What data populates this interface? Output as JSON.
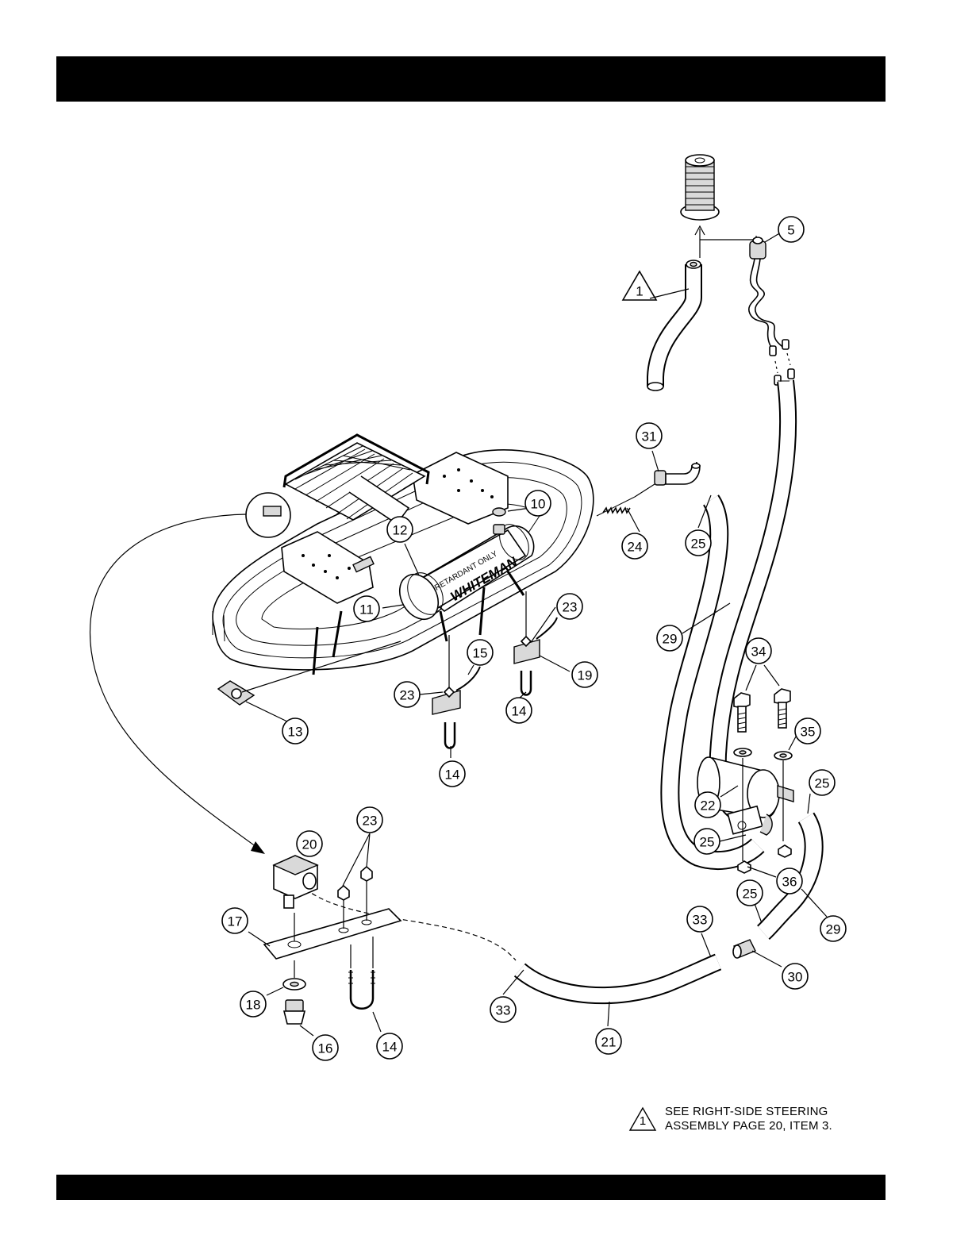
{
  "header": {
    "title": ""
  },
  "footer": {
    "text": ""
  },
  "note": {
    "marker": "1",
    "line1": "SEE RIGHT-SIDE STEERING",
    "line2": "ASSEMBLY PAGE 20, ITEM 3."
  },
  "reference_triangle": {
    "label": "1"
  },
  "tank": {
    "warning_label": "RETARDANT ONLY",
    "brand": "WHITEMAN"
  },
  "callouts": [
    {
      "id": "c5",
      "label": "5"
    },
    {
      "id": "c31",
      "label": "31"
    },
    {
      "id": "c10",
      "label": "10"
    },
    {
      "id": "c12",
      "label": "12"
    },
    {
      "id": "c24",
      "label": "24"
    },
    {
      "id": "c25a",
      "label": "25"
    },
    {
      "id": "c11",
      "label": "11"
    },
    {
      "id": "c23a",
      "label": "23"
    },
    {
      "id": "c29a",
      "label": "29"
    },
    {
      "id": "c15",
      "label": "15"
    },
    {
      "id": "c19",
      "label": "19"
    },
    {
      "id": "c23b",
      "label": "23"
    },
    {
      "id": "c34",
      "label": "34"
    },
    {
      "id": "c14a",
      "label": "14"
    },
    {
      "id": "c13",
      "label": "13"
    },
    {
      "id": "c35",
      "label": "35"
    },
    {
      "id": "c14b",
      "label": "14"
    },
    {
      "id": "c25b",
      "label": "25"
    },
    {
      "id": "c22",
      "label": "22"
    },
    {
      "id": "c23c",
      "label": "23"
    },
    {
      "id": "c20",
      "label": "20"
    },
    {
      "id": "c25c",
      "label": "25"
    },
    {
      "id": "c36",
      "label": "36"
    },
    {
      "id": "c25d",
      "label": "25"
    },
    {
      "id": "c17",
      "label": "17"
    },
    {
      "id": "c33a",
      "label": "33"
    },
    {
      "id": "c29b",
      "label": "29"
    },
    {
      "id": "c30",
      "label": "30"
    },
    {
      "id": "c18",
      "label": "18"
    },
    {
      "id": "c33b",
      "label": "33"
    },
    {
      "id": "c21",
      "label": "21"
    },
    {
      "id": "c16",
      "label": "16"
    },
    {
      "id": "c14c",
      "label": "14"
    }
  ]
}
